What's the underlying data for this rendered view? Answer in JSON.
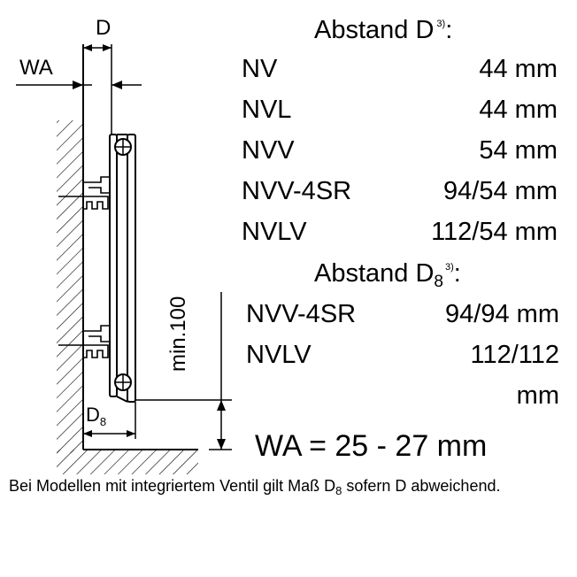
{
  "drawing": {
    "label_d": "D",
    "label_wa": "WA",
    "label_min": "min.100",
    "label_d8_main": "D",
    "label_d8_sub": "8"
  },
  "section1": {
    "title": "Abstand D",
    "footnote": "3)",
    "suffix": ":",
    "rows": [
      {
        "model": "NV",
        "value": "44 mm"
      },
      {
        "model": "NVL",
        "value": "44 mm"
      },
      {
        "model": "NVV",
        "value": "54 mm"
      },
      {
        "model": "NVV-4SR",
        "value": "94/54 mm"
      },
      {
        "model": "NVLV",
        "value": "112/54 mm"
      }
    ]
  },
  "section2": {
    "title": "Abstand D",
    "subscript": "8",
    "footnote": "3)",
    "suffix": ":",
    "rows": [
      {
        "model": "NVV-4SR",
        "value": "94/94 mm"
      },
      {
        "model": "NVLV",
        "value": "112/112"
      }
    ],
    "overflow_unit": "mm"
  },
  "wa_equation": "WA = 25 - 27 mm",
  "note": {
    "part1": "Bei Modellen mit integriertem Ventil gilt Maß D",
    "sub": "8",
    "part2": " sofern D abweichend."
  }
}
